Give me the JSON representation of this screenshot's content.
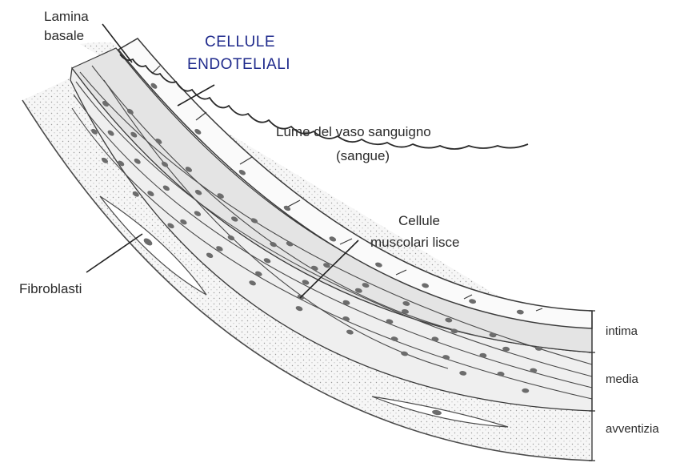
{
  "labels": {
    "lamina_line1": "Lamina",
    "lamina_line2": "basale",
    "endothelial_line1": "CELLULE",
    "endothelial_line2": "ENDOTELIALI",
    "lumen_line1": "Lume del vaso sanguigno",
    "lumen_line2": "(sangue)",
    "smooth_line1": "Cellule",
    "smooth_line2": "muscolari lisce",
    "fibroblasts": "Fibroblasti"
  },
  "layers": {
    "intima": "intima",
    "media": "media",
    "adventitia": "avventizia"
  },
  "colors": {
    "label_blue": "#1f2a8c",
    "outline": "#3a3a3a",
    "dotted_fill": "#f4f4f4",
    "muscle_fill": "#efefef",
    "nucleus": "#6c6c6c"
  }
}
